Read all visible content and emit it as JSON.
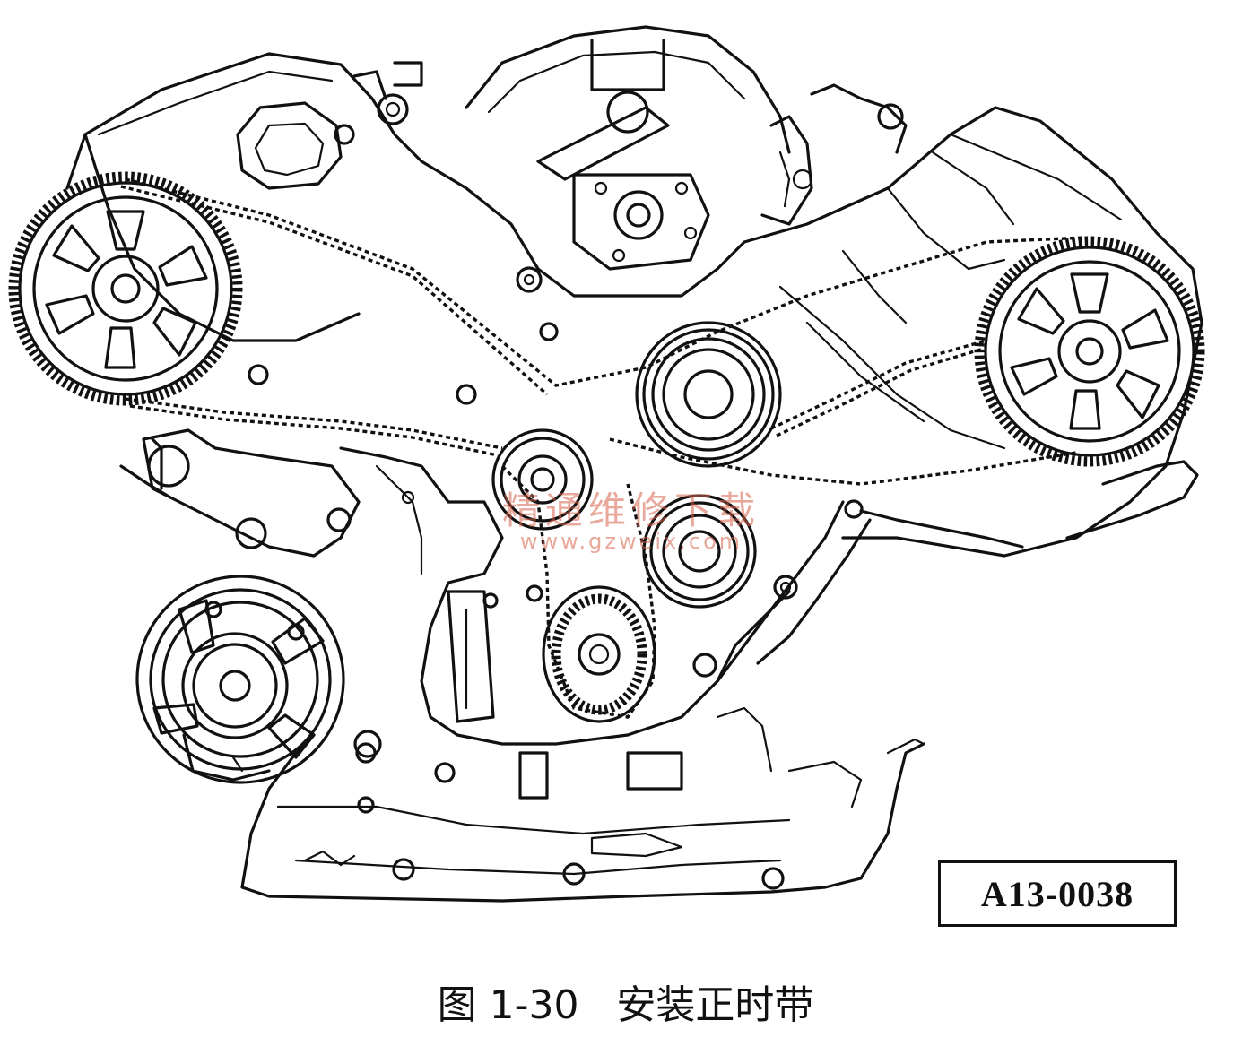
{
  "figure": {
    "code": "A13-0038",
    "caption": "图 1-30   安装正时带"
  },
  "watermark": {
    "text": "精通维修下载",
    "url": "www.gzweix.com",
    "color": "#d66048"
  },
  "colors": {
    "ink": "#111111",
    "background": "#ffffff"
  }
}
